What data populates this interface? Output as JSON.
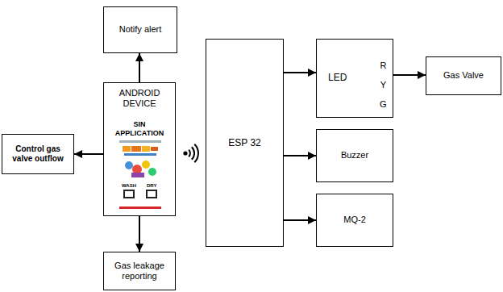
{
  "diagram": {
    "nodes": [
      {
        "text": [
          "Notify alert"
        ]
      },
      {
        "text": [
          "Control gas valve outflow"
        ]
      },
      {
        "text": [
          "ANDROID DEVICE",
          "SIN APPLICATION"
        ]
      },
      {
        "text": [
          "Gas leakage reporting"
        ]
      },
      {
        "text": [
          "ESP 32"
        ]
      },
      {
        "text": [
          "LED",
          "R Y G"
        ]
      },
      {
        "text": [
          "Gas Valve"
        ]
      },
      {
        "text": [
          "Buzzer"
        ]
      },
      {
        "text": [
          "MQ-2"
        ]
      }
    ],
    "edges": [
      {
        "from": 2,
        "to": 0,
        "arrow": "to"
      },
      {
        "from": 2,
        "to": 1,
        "arrow": "to"
      },
      {
        "from": 2,
        "to": 3,
        "arrow": "to"
      },
      {
        "from": 4,
        "to": 5,
        "arrow": "to"
      },
      {
        "from": 4,
        "to": 7,
        "arrow": "to"
      },
      {
        "from": 4,
        "to": 8,
        "arrow": "to"
      },
      {
        "from": 5,
        "to": 6,
        "arrow": "to"
      }
    ],
    "labels": [
      "WASH",
      "DRY"
    ]
  }
}
